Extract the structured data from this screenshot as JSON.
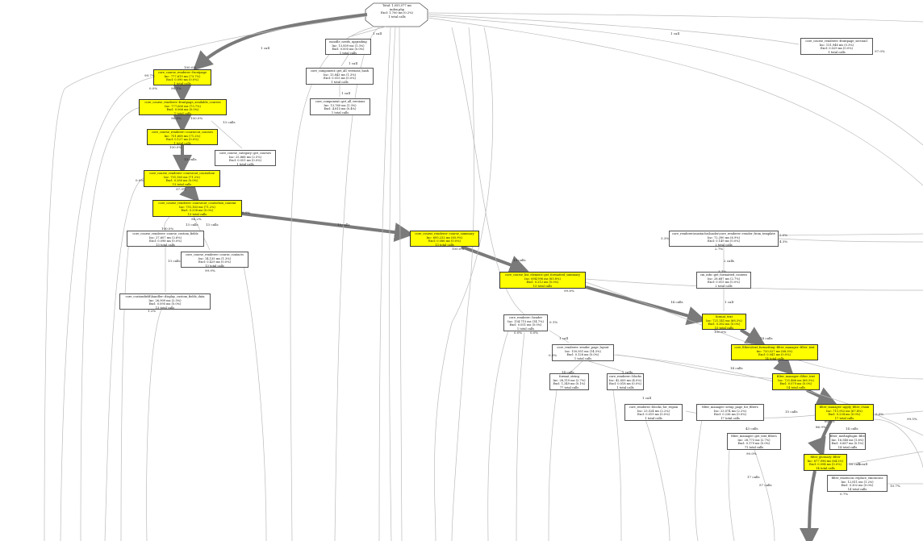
{
  "colors": {
    "hot_node": "#ffff00",
    "edge_heavy": "#7a7a7a",
    "edge_light": "#bbbbbb"
  },
  "root": {
    "l1": "Total: 1,055,577 ms",
    "l2": "index.php",
    "l3": "Excl: 1,700 ms (0.2%)",
    "l4": "1 total calls"
  },
  "nodes": [
    {
      "id": "mod_upgrade",
      "hot": false,
      "l1": "moodle_needs_upgrading",
      "l2": "Inc: 13,859 ms (1.3%)",
      "l3": "Excl: 0.005 ms (0.0%)",
      "l4": "1 total calls"
    },
    {
      "id": "get_all_versions_hash",
      "hot": false,
      "l1": "core_component::get_all_versions_hash",
      "l2": "Inc: 13,843 ms (1.3%)",
      "l3": "Excl: 0.015 ms (0.0%)",
      "l4": "1 total calls"
    },
    {
      "id": "get_all_versions",
      "hot": false,
      "l1": "core_component::get_all_versions",
      "l2": "Inc: 13,760 ms (1.3%)",
      "l3": "Excl: 4,815 ms (0.4%)",
      "l4": "1 total calls"
    },
    {
      "id": "frontpage_section",
      "hot": false,
      "l1": "core_course_renderer::frontpage_section1",
      "l2": "Inc: 131,946 ms (0.3%)",
      "l3": "Excl: 0.029 ms (0.0%)",
      "l4": "1 total calls"
    },
    {
      "id": "frontpage",
      "hot": true,
      "l1": "core_course_renderer::frontpage",
      "l2": "Inc: 777,619 ms (73.7%)",
      "l3": "Excl: 0.090 ms (0.0%)",
      "l4": "1 total calls"
    },
    {
      "id": "frontpage_avail",
      "hot": true,
      "l1": "core_course_renderer::frontpage_available_courses",
      "l2": "Inc: 777,600 ms (73.7%)",
      "l3": "Excl: 0.066 ms (0.0%)",
      "l4": "1 total calls"
    },
    {
      "id": "coursecat_courses",
      "hot": true,
      "l1": "core_course_renderer::coursecat_courses",
      "l2": "Inc: 751,608 ms (71.2%)",
      "l3": "Excl: 0.127 ms (0.0%)",
      "l4": "1 total calls"
    },
    {
      "id": "get_courses",
      "hot": false,
      "l1": "core_course_category::get_courses",
      "l2": "Inc: 25,868 ms (2.5%)",
      "l3": "Excl: 0.051 ms (0.0%)",
      "l4": "1 total calls"
    },
    {
      "id": "coursebox",
      "hot": true,
      "l1": "core_course_renderer::coursecat_coursebox",
      "l2": "Inc: 751,165 ms (71.2%)",
      "l3": "Excl: 0.280 ms (0.0%)",
      "l4": "13 total calls"
    },
    {
      "id": "coursebox_content",
      "hot": true,
      "l1": "core_course_renderer::coursecat_coursebox_content",
      "l2": "Inc: 751,163 ms (71.2%)",
      "l3": "Excl: 0.238 ms (0.0%)",
      "l4": "13 total calls"
    },
    {
      "id": "custom_fields",
      "hot": false,
      "l1": "core_course_renderer::course_custom_fields",
      "l2": "Inc: 27,607 ms (2.6%)",
      "l3": "Excl: 0.098 ms (0.0%)",
      "l4": "13 total calls"
    },
    {
      "id": "course_contacts",
      "hot": false,
      "l1": "core_course_renderer::course_contacts",
      "l2": "Inc: 14,135 ms (1.3%)",
      "l3": "Excl: 0.429 ms (0.0%)",
      "l4": "13 total calls"
    },
    {
      "id": "display_custom",
      "hot": false,
      "l1": "core_customfield\\handler::display_custom_fields_data",
      "l2": "Inc: 26,909 ms (2.5%)",
      "l3": "Excl: 0.095 ms (0.0%)",
      "l4": "13 total calls"
    },
    {
      "id": "course_summary",
      "hot": true,
      "l1": "core_course_renderer::course_summary",
      "l2": "Inc: 695,232 ms (65.9%)",
      "l3": "Excl: 0.086 ms (0.0%)",
      "l4": "13 total calls"
    },
    {
      "id": "formatted_summary",
      "hot": true,
      "l1": "core_course_list_element::get_formatted_summary",
      "l2": "Inc: 694,996 ms (65.8%)",
      "l3": "Excl: 0.212 ms (0.0%)",
      "l4": "13 total calls"
    },
    {
      "id": "render_template",
      "hot": false,
      "l1": "core_renderer\\mustache\\loader\\core_renderer::render_from_template",
      "l2": "Inc: 72,390 ms (6.9%)",
      "l3": "Excl: 0.149 ms (0.0%)",
      "l4": "2 total calls"
    },
    {
      "id": "get_formatted_content",
      "hot": false,
      "l1": "cm_info::get_formatted_content",
      "l2": "Inc: 28,687 ms (2.7%)",
      "l3": "Excl: 0.015 ms (0.0%)",
      "l4": "2 total calls"
    },
    {
      "id": "format_text",
      "hot": true,
      "l1": "format_text",
      "l2": "Inc: 721,141 ms (68.3%)",
      "l3": "Excl: 0.382 ms (0.0%)",
      "l4": "15 total calls"
    },
    {
      "id": "apply_filter",
      "hot": true,
      "l1": "core_filters\\text_formatting::filter_manager::filter_text",
      "l2": "Inc: 720,527 ms (68.3%)",
      "l3": "Excl: 0.041 ms (0.0%)",
      "l4": "14 total calls"
    },
    {
      "id": "filter_text",
      "hot": true,
      "l1": "filter_manager::filter_text",
      "l2": "Inc: 721,466 ms (68.3%)",
      "l3": "Excl: 0.079 ms (0.0%)",
      "l4": "14 total calls"
    },
    {
      "id": "apply_filter_chain",
      "hot": true,
      "l1": "filter_manager::apply_filter_chain",
      "l2": "Inc: 711,952 ms (67.4%)",
      "l3": "Excl: 0.234 ms (0.0%)",
      "l4": "17 total calls"
    },
    {
      "id": "glossary_filter",
      "hot": true,
      "l1": "filter_glossary::filter",
      "l2": "Inc: 677,996 ms (64.2%)",
      "l3": "Excl: 0.094 ms (0.0%)",
      "l4": "14 total calls"
    },
    {
      "id": "mediaplugin",
      "hot": false,
      "l1": "filter_mediaplugin::filter",
      "l2": "Inc: 16,548 ms (1.6%)",
      "l3": "Excl: 0.687 ms (0.1%)",
      "l4": "14 total calls"
    },
    {
      "id": "replace_emoticons",
      "hot": false,
      "l1": "filter_emoticon::replace_emoticons",
      "l2": "Inc: 12,811 ms (1.2%)",
      "l3": "Excl: 0.302 ms (0.0%)",
      "l4": "14 total calls"
    },
    {
      "id": "header",
      "hot": false,
      "l1": "core_renderer::header",
      "l2": "Inc: 154,715 ms (14.7%)",
      "l3": "Excl: 0.051 ms (0.0%)",
      "l4": "1 total calls"
    },
    {
      "id": "page_layout",
      "hot": false,
      "l1": "core_renderer::render_page_layout",
      "l2": "Inc: 150,951 ms (14.3%)",
      "l3": "Excl: 0.128 ms (0.0%)",
      "l4": "1 total calls"
    },
    {
      "id": "format_string",
      "hot": false,
      "l1": "format_string",
      "l2": "Inc: 28,119 ms (2.7%)",
      "l3": "Excl: 1,349 ms (0.1%)",
      "l4": "77 total calls"
    },
    {
      "id": "blocks",
      "hot": false,
      "l1": "core_renderer::blocks",
      "l2": "Inc: 42,009 ms (4.0%)",
      "l3": "Excl: 0.018 ms (0.0%)",
      "l4": "1 total calls"
    },
    {
      "id": "blocks_for_region",
      "hot": false,
      "l1": "core_renderer::blocks_for_region",
      "l2": "Inc: 23,524 ms (2.2%)",
      "l3": "Excl: 0.019 ms (0.0%)",
      "l4": "1 total calls"
    },
    {
      "id": "setup_page_filters",
      "hot": false,
      "l1": "filter_manager::setup_page_for_filters",
      "l2": "Inc: 23,074 ms (2.2%)",
      "l3": "Excl: 0.236 ms (0.0%)",
      "l4": "17 total calls"
    },
    {
      "id": "get_text_filters",
      "hot": false,
      "l1": "filter_manager::get_text_filters",
      "l2": "Inc: 28,773 ms (2.7%)",
      "l3": "Excl: 0.179 ms (0.0%)",
      "l4": "71 total calls"
    }
  ],
  "edge_labels": [
    "1 call",
    "1 call",
    "1 call",
    "1 call",
    "1 call",
    "13 calls",
    "13 calls",
    "13 calls",
    "13 calls",
    "13 calls",
    "13 calls",
    "13 calls",
    "14 calls",
    "14 calls",
    "14 calls",
    "15 calls",
    "17 calls",
    "1 call",
    "2 calls",
    "1 call",
    "14 calls",
    "14 calls",
    "18 calls",
    "57 calls",
    "43 calls",
    "1 call",
    "2 calls",
    "1 call"
  ],
  "pct_labels": [
    "100.0%",
    "98.1%",
    "96.8%",
    "100.0%",
    "97.9%",
    "100.0%",
    "99.7%",
    "100.0%",
    "94.2%",
    "99.9%",
    "0.0%",
    "6.0%",
    "1.2%",
    "3.3%",
    "2.0%",
    "2.7%",
    "3.1%",
    "0.0%",
    "100.0%",
    "99.8%",
    "0.3%",
    "5.5%",
    "4.3%",
    "0.1%",
    "99.5%",
    "0.0%",
    "0.0%",
    "100.0%",
    "10.7%",
    "97.0%",
    "86.9%",
    "60.0%",
    "0.7%",
    "90.0%"
  ]
}
